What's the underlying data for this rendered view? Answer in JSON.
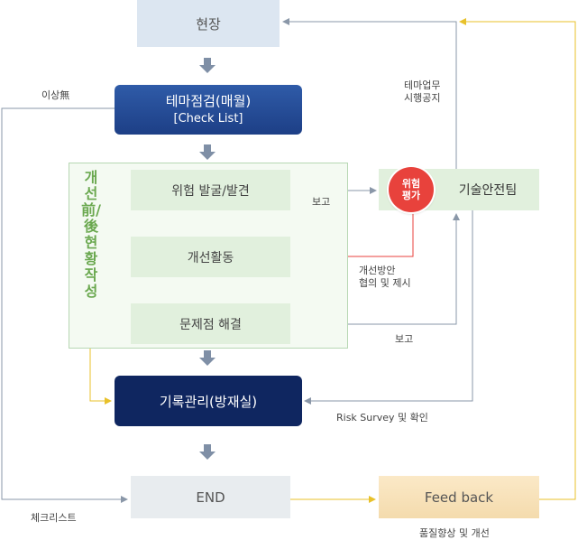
{
  "nodes": {
    "site": "현장",
    "monthly_title": "테마점검(매월)",
    "monthly_sub": "[Check List]",
    "vertical_label": "개선前/後현황작성",
    "hazard": "위험 발굴/발견",
    "improve": "개선활동",
    "solve": "문제점 해결",
    "tech_team": "기술안전팀",
    "risk_badge": "위험평가",
    "record": "기록관리(방재실)",
    "end": "END",
    "feedback": "Feed back"
  },
  "labels": {
    "anomaly": "이상無",
    "theme_notice": [
      "테마업무",
      "시행공지"
    ],
    "report1": "보고",
    "improve_proposal": [
      "개선방안",
      "협의 및 제시"
    ],
    "report2": "보고",
    "risk_survey": "Risk Survey 및 확인",
    "checklist": "체크리스트",
    "quality": "품질향상 및 개선"
  },
  "colors": {
    "navy": "#1d3f86",
    "dark_navy": "#0f2660",
    "green_box": "#e1f0dd",
    "risk_red": "#e8423c",
    "feedback_line": "#e8c12a",
    "arrow_gray": "#7f8fa6"
  }
}
